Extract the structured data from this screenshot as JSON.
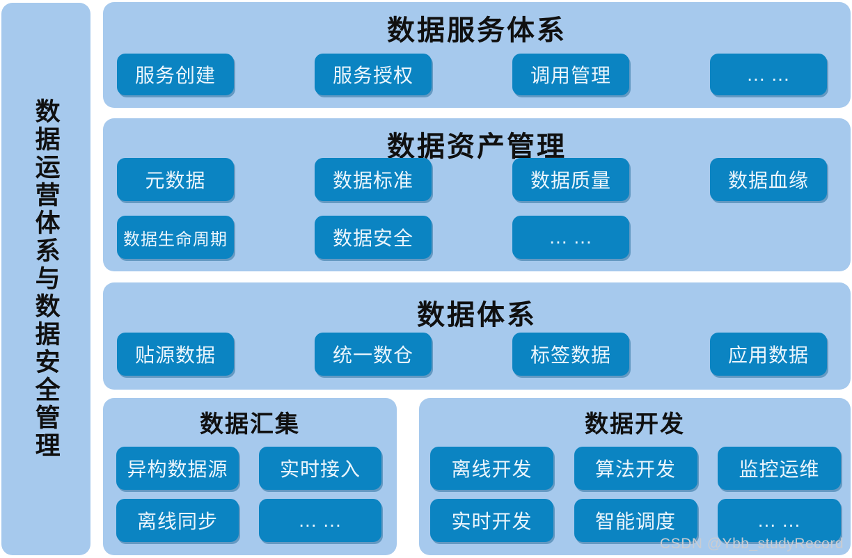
{
  "colors": {
    "page_bg": "#ffffff",
    "panel_bg": "#a6c9ed",
    "chip_bg": "#0b84c2",
    "chip_text": "#eaf5fc",
    "title_text": "#101010",
    "watermark_text": "#c9ccd2"
  },
  "sidebar": {
    "title": "数据运营体系与数据安全管理"
  },
  "panels": [
    {
      "title": "数据服务体系",
      "rows": [
        [
          "服务创建",
          "服务授权",
          "调用管理",
          "... ..."
        ]
      ]
    },
    {
      "title": "数据资产管理",
      "rows": [
        [
          "元数据",
          "数据标准",
          "数据质量",
          "数据血缘"
        ],
        [
          "数据生命周期",
          "数据安全",
          "... ..."
        ]
      ]
    },
    {
      "title": "数据体系",
      "rows": [
        [
          "贴源数据",
          "统一数仓",
          "标签数据",
          "应用数据"
        ]
      ]
    },
    {
      "title": "数据汇集",
      "rows": [
        [
          "异构数据源",
          "实时接入"
        ],
        [
          "离线同步",
          "... ..."
        ]
      ]
    },
    {
      "title": "数据开发",
      "rows": [
        [
          "离线开发",
          "算法开发",
          "监控运维"
        ],
        [
          "实时开发",
          "智能调度",
          "... ..."
        ]
      ]
    }
  ],
  "watermark": "CSDN @Ybb_studyRecord"
}
